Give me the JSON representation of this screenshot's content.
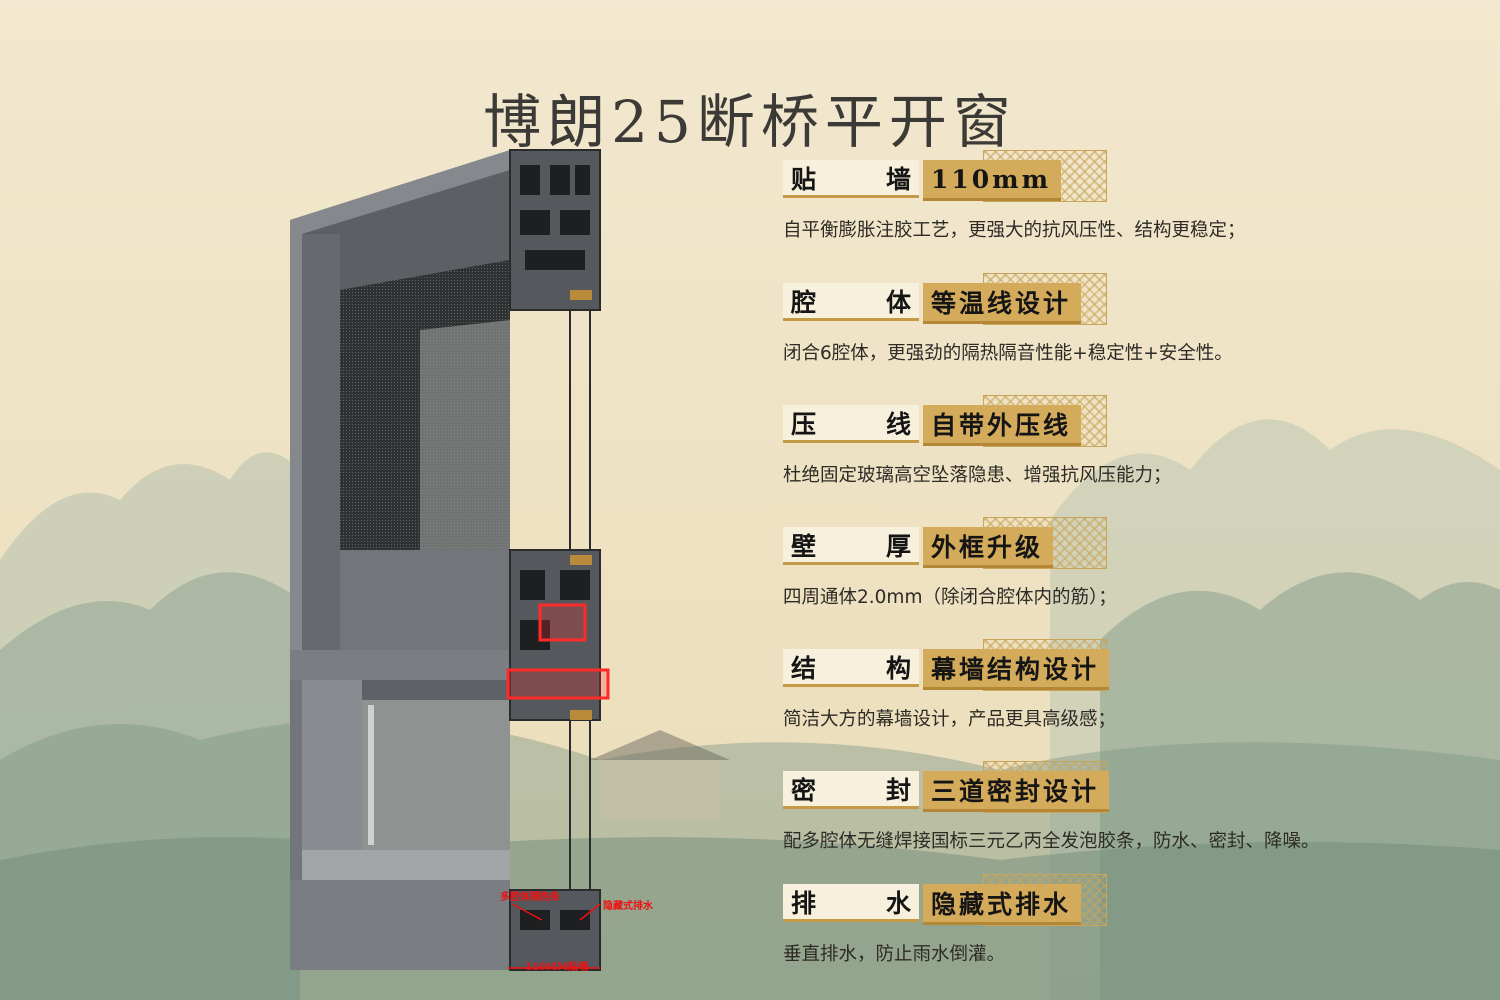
{
  "title": "博朗25断桥平开窗",
  "annotations": {
    "insulation_strip": "多腔体隔热条",
    "hidden_drain": "隐藏式排水",
    "wall_width": "110MM贴墙"
  },
  "features": [
    {
      "label": "贴墙",
      "value": "110mm",
      "desc": "自平衡膨胀注胶工艺，更强大的抗风压性、结构更稳定；"
    },
    {
      "label": "腔体",
      "value": "等温线设计",
      "desc": "闭合6腔体，更强劲的隔热隔音性能+稳定性+安全性。"
    },
    {
      "label": "压线",
      "value": "自带外压线",
      "desc": "杜绝固定玻璃高空坠落隐患、增强抗风压能力；"
    },
    {
      "label": "壁厚",
      "value": "外框升级",
      "desc": "四周通体2.0mm（除闭合腔体内的筋）；"
    },
    {
      "label": "结构",
      "value": "幕墙结构设计",
      "desc": "简洁大方的幕墙设计，产品更具高级感；"
    },
    {
      "label": "密封",
      "value": "三道密封设计",
      "desc": "配多腔体无缝焊接国标三元乙丙全发泡胶条，防水、密封、降噪。"
    },
    {
      "label": "排水",
      "value": "隐藏式排水",
      "desc": "垂直排水，防止雨水倒灌。"
    }
  ],
  "colors": {
    "gold": "#d3ab5a",
    "frame": "#6b6e72",
    "highlight": "#e11d1d",
    "background": "#efe3c6"
  }
}
